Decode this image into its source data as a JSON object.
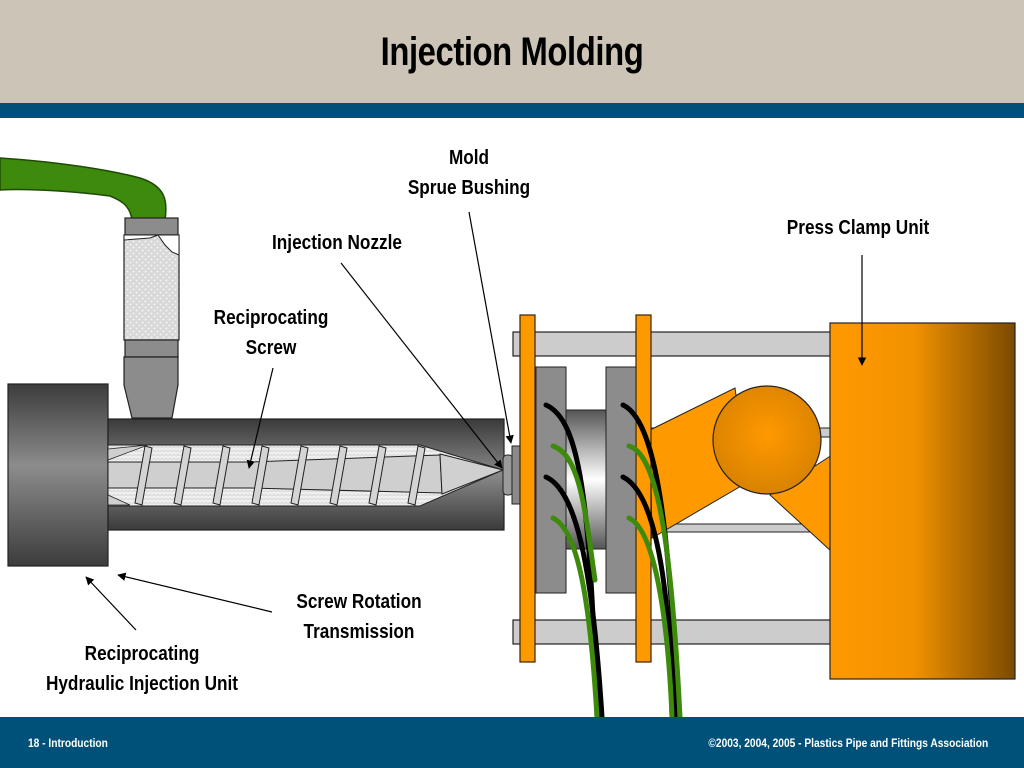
{
  "slide": {
    "title": "Injection Molding",
    "footer_left": "18 - Introduction",
    "footer_right": "©2003, 2004, 2005 - Plastics Pipe and Fittings Association"
  },
  "colors": {
    "header_bg": "#cbc4b7",
    "accent_bar": "#00517a",
    "clamp_orange": "#ff9900",
    "hose_green": "#3a8a0a",
    "barrel_gray": "#4a4a4a"
  },
  "labels": {
    "mold_sprue_bushing": [
      "Mold",
      "Sprue Bushing"
    ],
    "injection_nozzle": "Injection Nozzle",
    "press_clamp_unit": "Press Clamp Unit",
    "reciprocating_screw": [
      "Reciprocating",
      "Screw"
    ],
    "screw_rotation_transmission": [
      "Screw Rotation",
      "Transmission"
    ],
    "reciprocating_hydraulic_injection_unit": [
      "Reciprocating",
      "Hydraulic Injection Unit"
    ]
  }
}
